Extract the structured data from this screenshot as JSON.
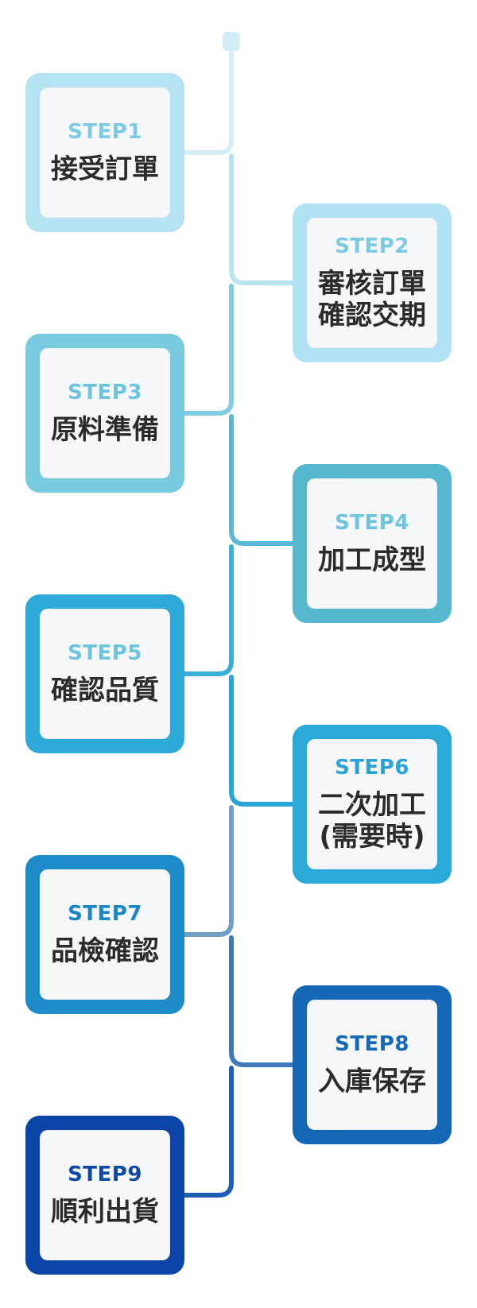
{
  "colors": {
    "line_start": "#d2eef7",
    "steps": [
      "#b6e3f1",
      "#b0e2f3",
      "#79cbe0",
      "#55b8cf",
      "#2eaad8",
      "#2aaad8",
      "#1e8cc8",
      "#1467b4",
      "#0b45a8"
    ],
    "labels": [
      "#7ccbe3",
      "#7ccbe3",
      "#6cc4df",
      "#6cc4df",
      "#6cc4df",
      "#2aa3d8",
      "#1a86c8",
      "#1669b8",
      "#0e4aa6"
    ],
    "connectors": [
      "#d2eef7",
      "#b8e4f2",
      "#7fcde3",
      "#5ab8d3",
      "#3aaed9",
      "#2aa6d6",
      "#6f9fc8",
      "#3f79b9",
      "#1d5fb2"
    ]
  },
  "steps": [
    {
      "label": "STEP1",
      "lines": [
        "接受訂單"
      ]
    },
    {
      "label": "STEP2",
      "lines": [
        "審核訂單",
        "確認交期"
      ]
    },
    {
      "label": "STEP3",
      "lines": [
        "原料準備"
      ]
    },
    {
      "label": "STEP4",
      "lines": [
        "加工成型"
      ]
    },
    {
      "label": "STEP5",
      "lines": [
        "確認品質"
      ]
    },
    {
      "label": "STEP6",
      "lines": [
        "二次加工",
        "(需要時)"
      ]
    },
    {
      "label": "STEP7",
      "lines": [
        "品檢確認"
      ]
    },
    {
      "label": "STEP8",
      "lines": [
        "入庫保存"
      ]
    },
    {
      "label": "STEP9",
      "lines": [
        "順利出貨"
      ]
    }
  ]
}
